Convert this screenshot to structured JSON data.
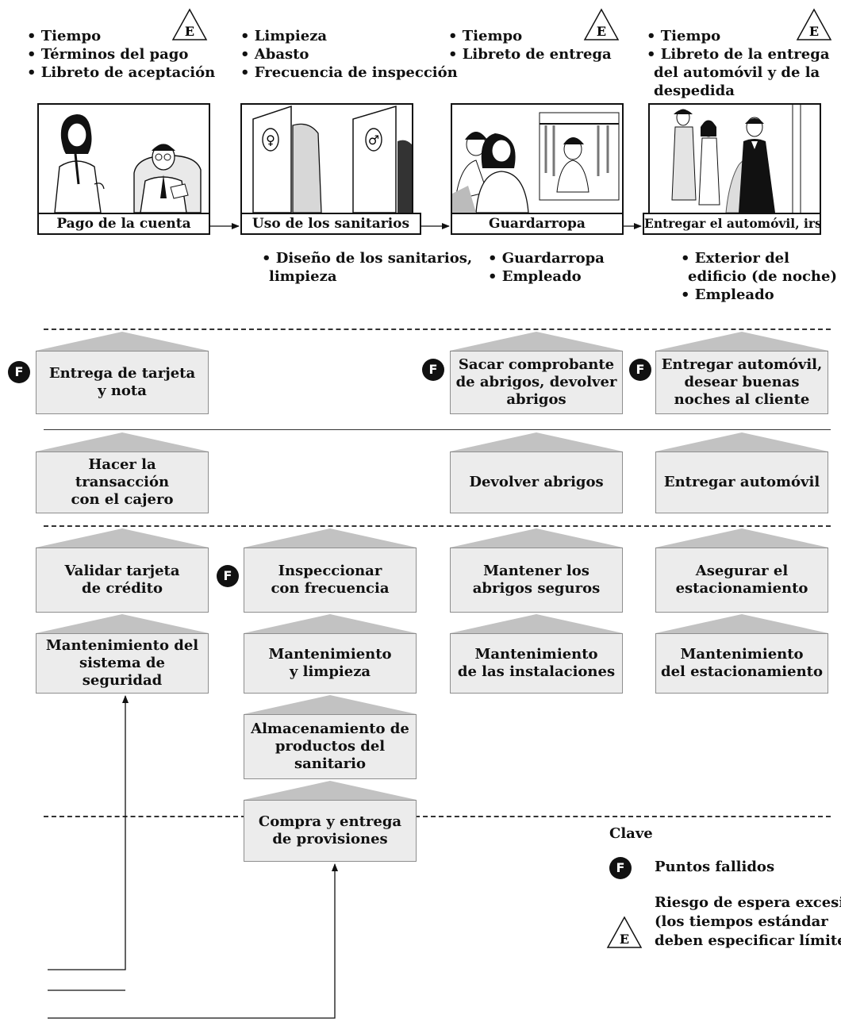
{
  "stages": [
    {
      "notes_top": [
        "• Tiempo",
        "• Términos del pago",
        "• Libreto de aceptación"
      ],
      "caption": "Pago de la cuenta",
      "notes_bottom": []
    },
    {
      "notes_top": [
        "• Limpieza",
        "• Abasto",
        "• Frecuencia de inspección"
      ],
      "caption": "Uso de los sanitarios",
      "notes_bottom": [
        "• Diseño de los sanitarios,",
        "limpieza"
      ]
    },
    {
      "notes_top": [
        "• Tiempo",
        "• Libreto de entrega"
      ],
      "caption": "Guardarropa",
      "notes_bottom": [
        "• Guardarropa",
        "• Empleado"
      ]
    },
    {
      "notes_top": [
        "• Tiempo",
        "• Libreto de la entrega",
        "del automóvil y de la",
        "despedida"
      ],
      "caption": "Entregar el automóvil, irse",
      "notes_bottom": [
        "• Exterior del",
        "edificio (de noche)",
        "• Empleado"
      ]
    }
  ],
  "e_symbol": "E",
  "f_symbol": "F",
  "onstage": {
    "col1": [
      "Entrega de tarjeta",
      "y nota"
    ],
    "col3": [
      "Sacar comprobante",
      "de abrigos, devolver",
      "abrigos"
    ],
    "col4": [
      "Entregar automóvil,",
      "desear buenas",
      "noches al cliente"
    ]
  },
  "backstage": {
    "col1": [
      "Hacer la transacción",
      "con el cajero"
    ],
    "col3": [
      "Devolver abrigos"
    ],
    "col4": [
      "Entregar automóvil"
    ]
  },
  "support1": {
    "col1": [
      "Validar tarjeta",
      "de crédito"
    ],
    "col2": [
      "Inspeccionar",
      "con frecuencia"
    ],
    "col3": [
      "Mantener los",
      "abrigos seguros"
    ],
    "col4": [
      "Asegurar el",
      "estacionamiento"
    ]
  },
  "support2": {
    "col1": [
      "Mantenimiento del",
      "sistema de seguridad"
    ],
    "col2": [
      "Mantenimiento",
      "y limpieza"
    ],
    "col3": [
      "Mantenimiento",
      "de las instalaciones"
    ],
    "col4": [
      "Mantenimiento",
      "del estacionamiento"
    ]
  },
  "support3": {
    "col2": [
      "Almacenamiento de",
      "productos del sanitario"
    ]
  },
  "support4": {
    "col2": [
      "Compra y entrega",
      "de provisiones"
    ]
  },
  "legend": {
    "title": "Clave",
    "f_label": "Puntos fallidos",
    "e_label": [
      "Riesgo de espera excesiva",
      "(los tiempos estándar",
      "deben especificar límites)"
    ]
  }
}
